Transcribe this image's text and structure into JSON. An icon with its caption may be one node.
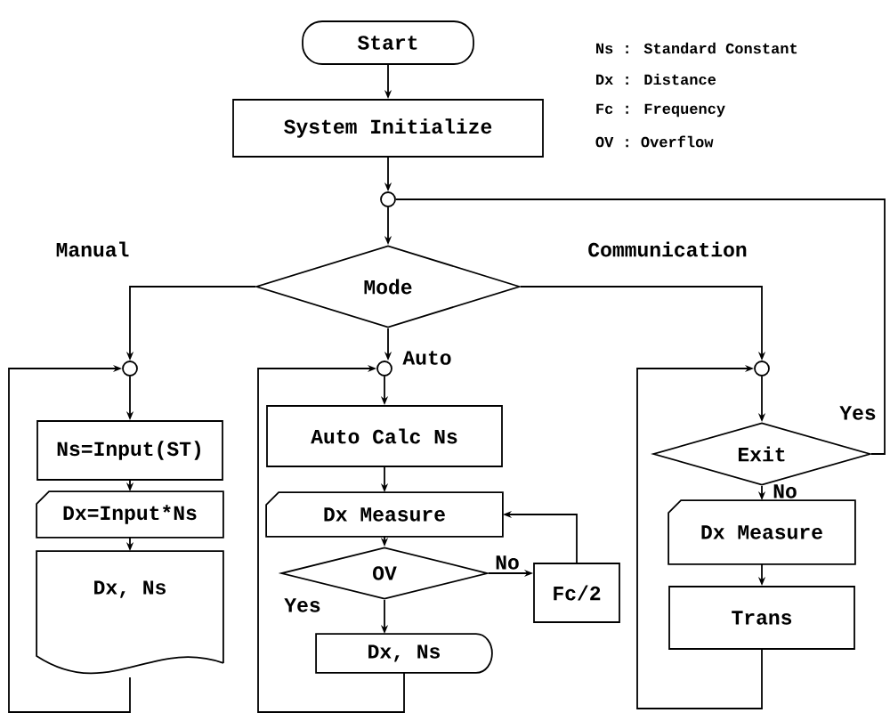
{
  "diagram": {
    "nodes": [
      {
        "text": [
          "Start"
        ]
      },
      {
        "text": [
          "System Initialize"
        ]
      },
      {
        "text": [],
        "shape": "circle"
      },
      {
        "text": [
          "Mode"
        ]
      },
      {
        "text": [],
        "shape": "circle"
      },
      {
        "text": [
          "Ns=Input(ST)"
        ]
      },
      {
        "text": [
          "Dx=Input*Ns"
        ]
      },
      {
        "text": [
          "Dx, Ns"
        ]
      },
      {
        "text": [],
        "shape": "circle"
      },
      {
        "text": [
          "Auto Calc Ns"
        ]
      },
      {
        "text": [
          "Dx Measure"
        ]
      },
      {
        "text": [
          "OV"
        ]
      },
      {
        "text": [
          "Fc/2"
        ]
      },
      {
        "text": [
          "Dx, Ns"
        ]
      },
      {
        "text": [],
        "shape": "circle"
      },
      {
        "text": [
          "Exit"
        ]
      },
      {
        "text": [
          "Dx Measure"
        ]
      },
      {
        "text": [
          "Trans"
        ]
      }
    ],
    "edges": [
      {
        "from": 0,
        "to": 1,
        "arrow": "to"
      },
      {
        "from": 1,
        "to": 2,
        "arrow": "to"
      },
      {
        "from": 2,
        "to": 3,
        "arrow": "to"
      },
      {
        "from": 3,
        "to": 4,
        "arrow": "to",
        "label": "Manual"
      },
      {
        "from": 3,
        "to": 8,
        "arrow": "to",
        "label": "Auto"
      },
      {
        "from": 3,
        "to": 14,
        "arrow": "to",
        "label": "Communication"
      },
      {
        "from": 4,
        "to": 5,
        "arrow": "to"
      },
      {
        "from": 5,
        "to": 6,
        "arrow": "to"
      },
      {
        "from": 6,
        "to": 7,
        "arrow": "to"
      },
      {
        "from": 7,
        "to": 4,
        "arrow": "to"
      },
      {
        "from": 8,
        "to": 9,
        "arrow": "to"
      },
      {
        "from": 9,
        "to": 10,
        "arrow": "to"
      },
      {
        "from": 10,
        "to": 11,
        "arrow": "to"
      },
      {
        "from": 11,
        "to": 12,
        "arrow": "to",
        "label": "No"
      },
      {
        "from": 12,
        "to": 10,
        "arrow": "to"
      },
      {
        "from": 11,
        "to": 13,
        "arrow": "to",
        "label": "Yes"
      },
      {
        "from": 13,
        "to": 8,
        "arrow": "to"
      },
      {
        "from": 14,
        "to": 15,
        "arrow": "to"
      },
      {
        "from": 15,
        "to": 16,
        "arrow": "to",
        "label": "No"
      },
      {
        "from": 16,
        "to": 17,
        "arrow": "to"
      },
      {
        "from": 17,
        "to": 14,
        "arrow": "to"
      },
      {
        "from": 15,
        "to": 2,
        "arrow": "none",
        "label": "Yes"
      }
    ],
    "labels": [
      "Ns : Standard Constant",
      "Dx : Distance",
      "Fc : Frequency",
      "OV : Overflow"
    ]
  }
}
